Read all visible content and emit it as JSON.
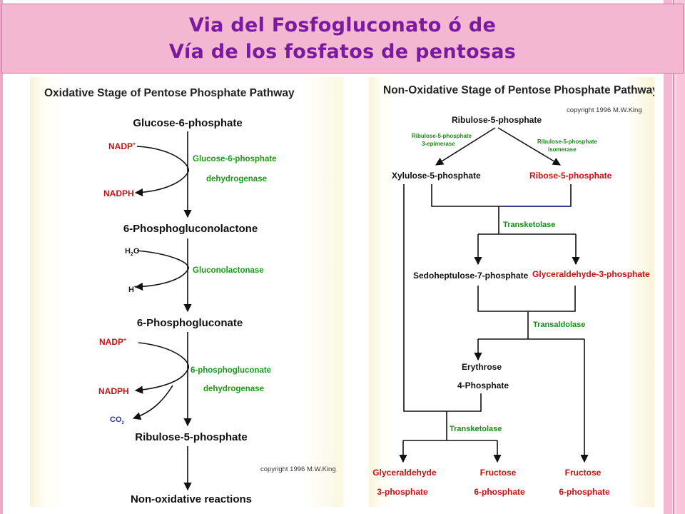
{
  "title": {
    "line1": "Via del Fosfogluconato ó de",
    "line2": "Vía de los fosfatos de pentosas"
  },
  "oxidative": {
    "header": "Oxidative Stage of Pentose Phosphate Pathway",
    "metabolites": [
      "Glucose-6-phosphate",
      "6-Phosphogluconolactone",
      "6-Phosphogluconate",
      "Ribulose-5-phosphate",
      "Non-oxidative reactions"
    ],
    "enzymes": {
      "e1_line1": "Glucose-6-phosphate",
      "e1_line2": "dehydrogenase",
      "e2": "Gluconolactonase",
      "e3_line1": "6-phosphogluconate",
      "e3_line2": "dehydrogenase"
    },
    "cofactors": {
      "nadp1": "NADP",
      "nadph1": "NADPH",
      "h2o": "H",
      "h2o_sub": "2",
      "h2o_tail": "O",
      "hplus": "H",
      "nadp2": "NADP",
      "nadph2": "NADPH",
      "co2": "CO",
      "co2_sub": "2",
      "plus": "+"
    },
    "copyright": "copyright 1996 M.W.King"
  },
  "nonoxidative": {
    "header": "Non-Oxidative Stage of Pentose Phosphate Pathway",
    "copyright": "copyright 1996 M.W.King",
    "ribulose": "Ribulose-5-phosphate",
    "epimerase_line1": "Ribulose-5-phosphate",
    "epimerase_line2": "3-epimerase",
    "isomerase_line1": "Ribulose-5-phosphate",
    "isomerase_line2": "isomerase",
    "xylulose": "Xylulose-5-phosphate",
    "ribose": "Ribose-5-phosphate",
    "transketolase1": "Transketolase",
    "sedoheptulose": "Sedoheptulose-7-phosphate",
    "glyceraldehyde": "Glyceraldehyde-3-phosphate",
    "transaldolase": "Transaldolase",
    "erythrose_line1": "Erythrose",
    "erythrose_line2": "4-Phosphate",
    "transketolase2": "Transketolase",
    "product1_line1": "Glyceraldehyde",
    "product1_line2": "3-phosphate",
    "product2_line1": "Fructose",
    "product2_line2": "6-phosphate",
    "product3_line1": "Fructose",
    "product3_line2": "6-phosphate"
  }
}
